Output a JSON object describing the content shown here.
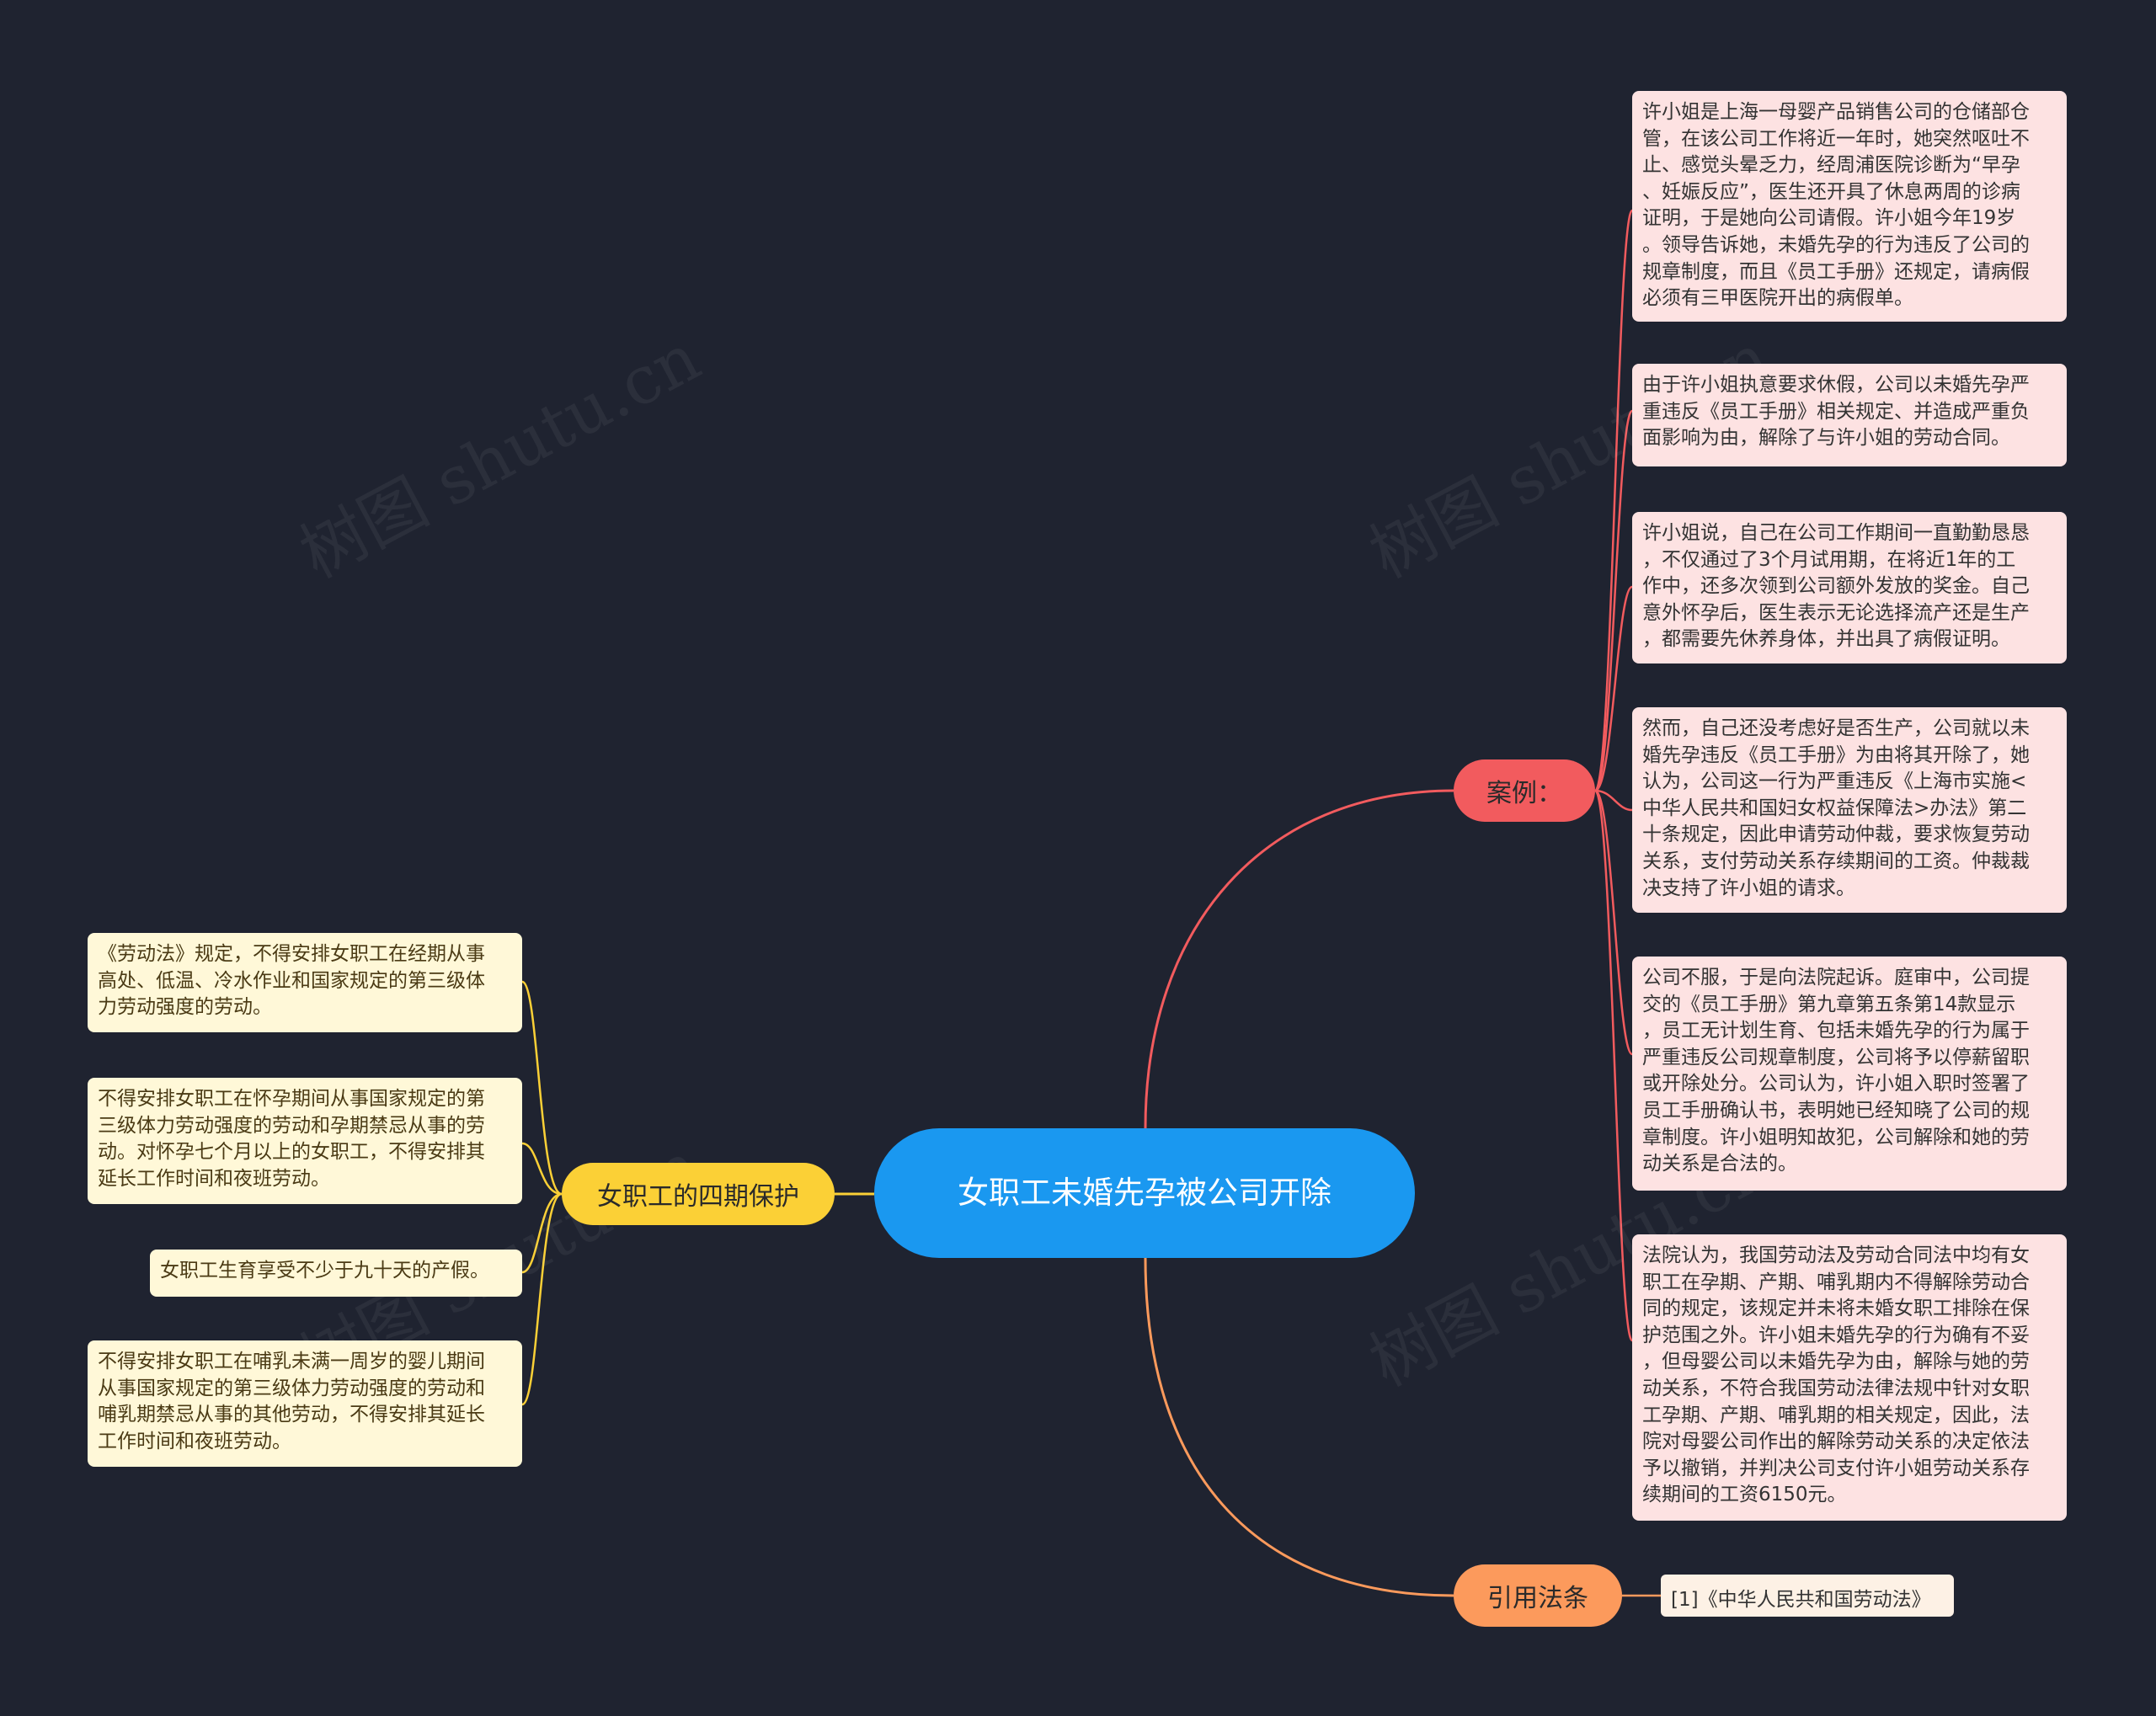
{
  "root": {
    "title": "女职工未婚先孕被公司开除"
  },
  "case": {
    "label": "案例：",
    "items": [
      "许小姐是上海一母婴产品销售公司的仓储部仓\n管，在该公司工作将近一年时，她突然呕吐不\n止、感觉头晕乏力，经周浦医院诊断为“早孕\n、妊娠反应”，医生还开具了休息两周的诊病\n证明，于是她向公司请假。许小姐今年19岁\n。领导告诉她，未婚先孕的行为违反了公司的\n规章制度，而且《员工手册》还规定，请病假\n必须有三甲医院开出的病假单。",
      "由于许小姐执意要求休假，公司以未婚先孕严\n重违反《员工手册》相关规定、并造成严重负\n面影响为由，解除了与许小姐的劳动合同。",
      "许小姐说，自己在公司工作期间一直勤勤恳恳\n，不仅通过了3个月试用期，在将近1年的工\n作中，还多次领到公司额外发放的奖金。自己\n意外怀孕后，医生表示无论选择流产还是生产\n，都需要先休养身体，并出具了病假证明。",
      "然而，自己还没考虑好是否生产，公司就以未\n婚先孕违反《员工手册》为由将其开除了，她\n认为，公司这一行为严重违反《上海市实施<\n中华人民共和国妇女权益保障法>办法》第二\n十条规定，因此申请劳动仲裁，要求恢复劳动\n关系，支付劳动关系存续期间的工资。仲裁裁\n决支持了许小姐的请求。",
      "公司不服，于是向法院起诉。庭审中，公司提\n交的《员工手册》第九章第五条第14款显示\n，员工无计划生育、包括未婚先孕的行为属于\n严重违反公司规章制度，公司将予以停薪留职\n或开除处分。公司认为，许小姐入职时签署了\n员工手册确认书，表明她已经知晓了公司的规\n章制度。许小姐明知故犯，公司解除和她的劳\n动关系是合法的。",
      "法院认为，我国劳动法及劳动合同法中均有女\n职工在孕期、产期、哺乳期内不得解除劳动合\n同的规定，该规定并未将未婚女职工排除在保\n护范围之外。许小姐未婚先孕的行为确有不妥\n，但母婴公司以未婚先孕为由，解除与她的劳\n动关系，不符合我国劳动法律法规中针对女职\n工孕期、产期、哺乳期的相关规定，因此，法\n院对母婴公司作出的解除劳动关系的决定依法\n予以撤销，并判决公司支付许小姐劳动关系存\n续期间的工资6150元。"
    ]
  },
  "protection": {
    "label": "女职工的四期保护",
    "items": [
      "《劳动法》规定，不得安排女职工在经期从事\n高处、低温、冷水作业和国家规定的第三级体\n力劳动强度的劳动。",
      "不得安排女职工在怀孕期间从事国家规定的第\n三级体力劳动强度的劳动和孕期禁忌从事的劳\n动。对怀孕七个月以上的女职工，不得安排其\n延长工作时间和夜班劳动。",
      "女职工生育享受不少于九十天的产假。",
      "不得安排女职工在哺乳未满一周岁的婴儿期间\n从事国家规定的第三级体力劳动强度的劳动和\n哺乳期禁忌从事的其他劳动，不得安排其延长\n工作时间和夜班劳动。"
    ]
  },
  "law": {
    "label": "引用法条",
    "items": [
      "[1]《中华人民共和国劳动法》"
    ]
  },
  "watermark": "树图 shutu.cn",
  "colors": {
    "background": "#1f2330",
    "root": "#1a98f0",
    "case": "#f25b5e",
    "protection": "#fbd036",
    "law": "#fc9a5c",
    "case_card": "#fde2e2",
    "protection_card": "#fff8d8",
    "law_card": "#fdf1e5"
  }
}
